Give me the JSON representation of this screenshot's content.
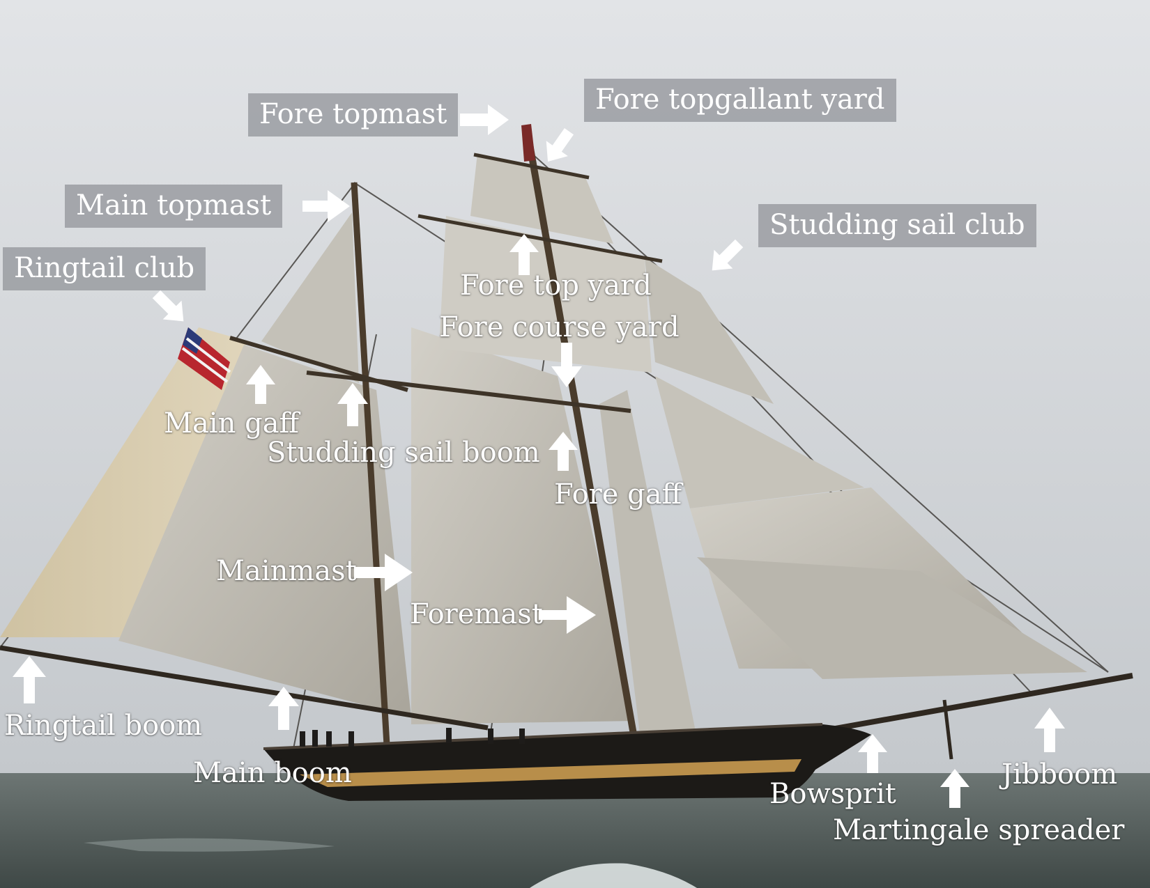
{
  "labels": {
    "fore_topmast": "Fore topmast",
    "fore_topgallant_yard": "Fore topgallant yard",
    "main_topmast": "Main topmast",
    "studding_sail_club": "Studding sail club",
    "ringtail_club": "Ringtail club",
    "fore_top_yard": "Fore top yard",
    "fore_course_yard": "Fore course yard",
    "main_gaff": "Main gaff",
    "studding_sail_boom": "Studding sail boom",
    "fore_gaff": "Fore gaff",
    "mainmast": "Mainmast",
    "foremast": "Foremast",
    "ringtail_boom": "Ringtail boom",
    "main_boom": "Main boom",
    "bowsprit": "Bowsprit",
    "jibboom": "Jibboom",
    "martingale_spreader": "Martingale spreader"
  },
  "colors": {
    "sky": "#cdd0d4",
    "sea": "#5c6663",
    "sail": "#c8c5bc",
    "ringtail_sail": "#d4c6a6",
    "hull": "#1c1a17",
    "hull_stripe": "#b88e4a",
    "label_box": "#96989e",
    "label_text": "#ffffff",
    "arrow": "#ffffff"
  }
}
